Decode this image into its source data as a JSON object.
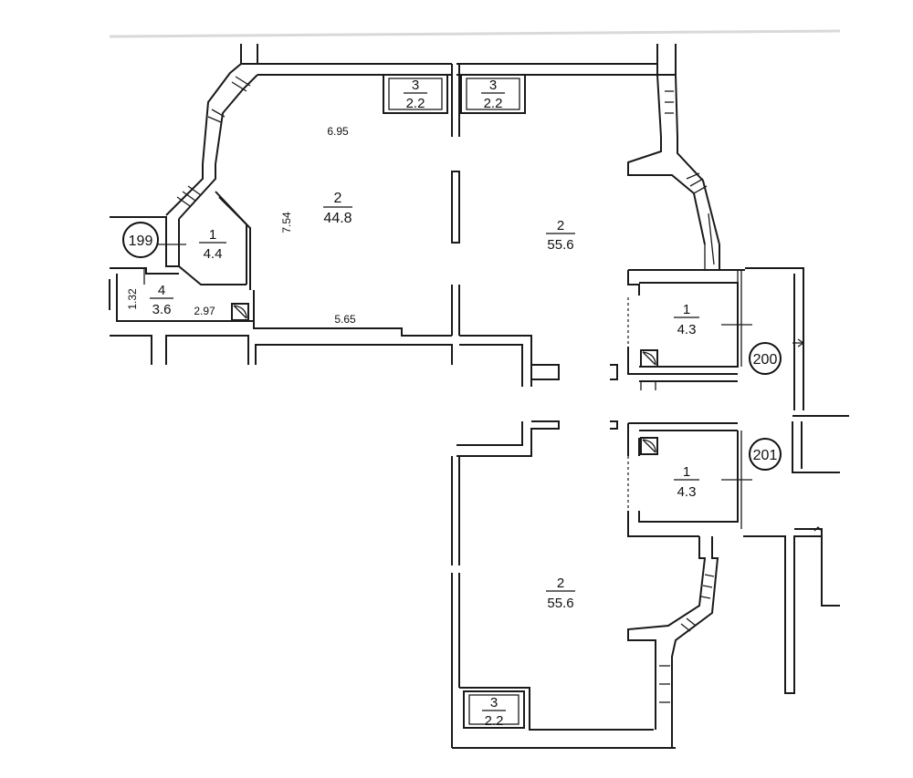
{
  "rooms": [
    {
      "id": "top-closet-1",
      "number": "3",
      "area": "2.2"
    },
    {
      "id": "top-closet-2",
      "number": "3",
      "area": "2.2"
    },
    {
      "id": "main-room-left",
      "number": "2",
      "area": "44.8"
    },
    {
      "id": "hall-small",
      "number": "1",
      "area": "4.4"
    },
    {
      "id": "bathroom",
      "number": "4",
      "area": "3.6"
    },
    {
      "id": "main-room-right",
      "number": "2",
      "area": "55.6"
    },
    {
      "id": "hall-200",
      "number": "1",
      "area": "4.3"
    },
    {
      "id": "hall-201",
      "number": "1",
      "area": "4.3"
    },
    {
      "id": "main-room-lower",
      "number": "2",
      "area": "55.6"
    },
    {
      "id": "bottom-closet",
      "number": "3",
      "area": "2.2"
    }
  ],
  "dimensions": {
    "top_width": "6.95",
    "left_height": "7.54",
    "bottom_width": "5.65",
    "bath_height": "1.32",
    "bath_width": "2.97"
  },
  "apartments": [
    "199",
    "200",
    "201"
  ]
}
